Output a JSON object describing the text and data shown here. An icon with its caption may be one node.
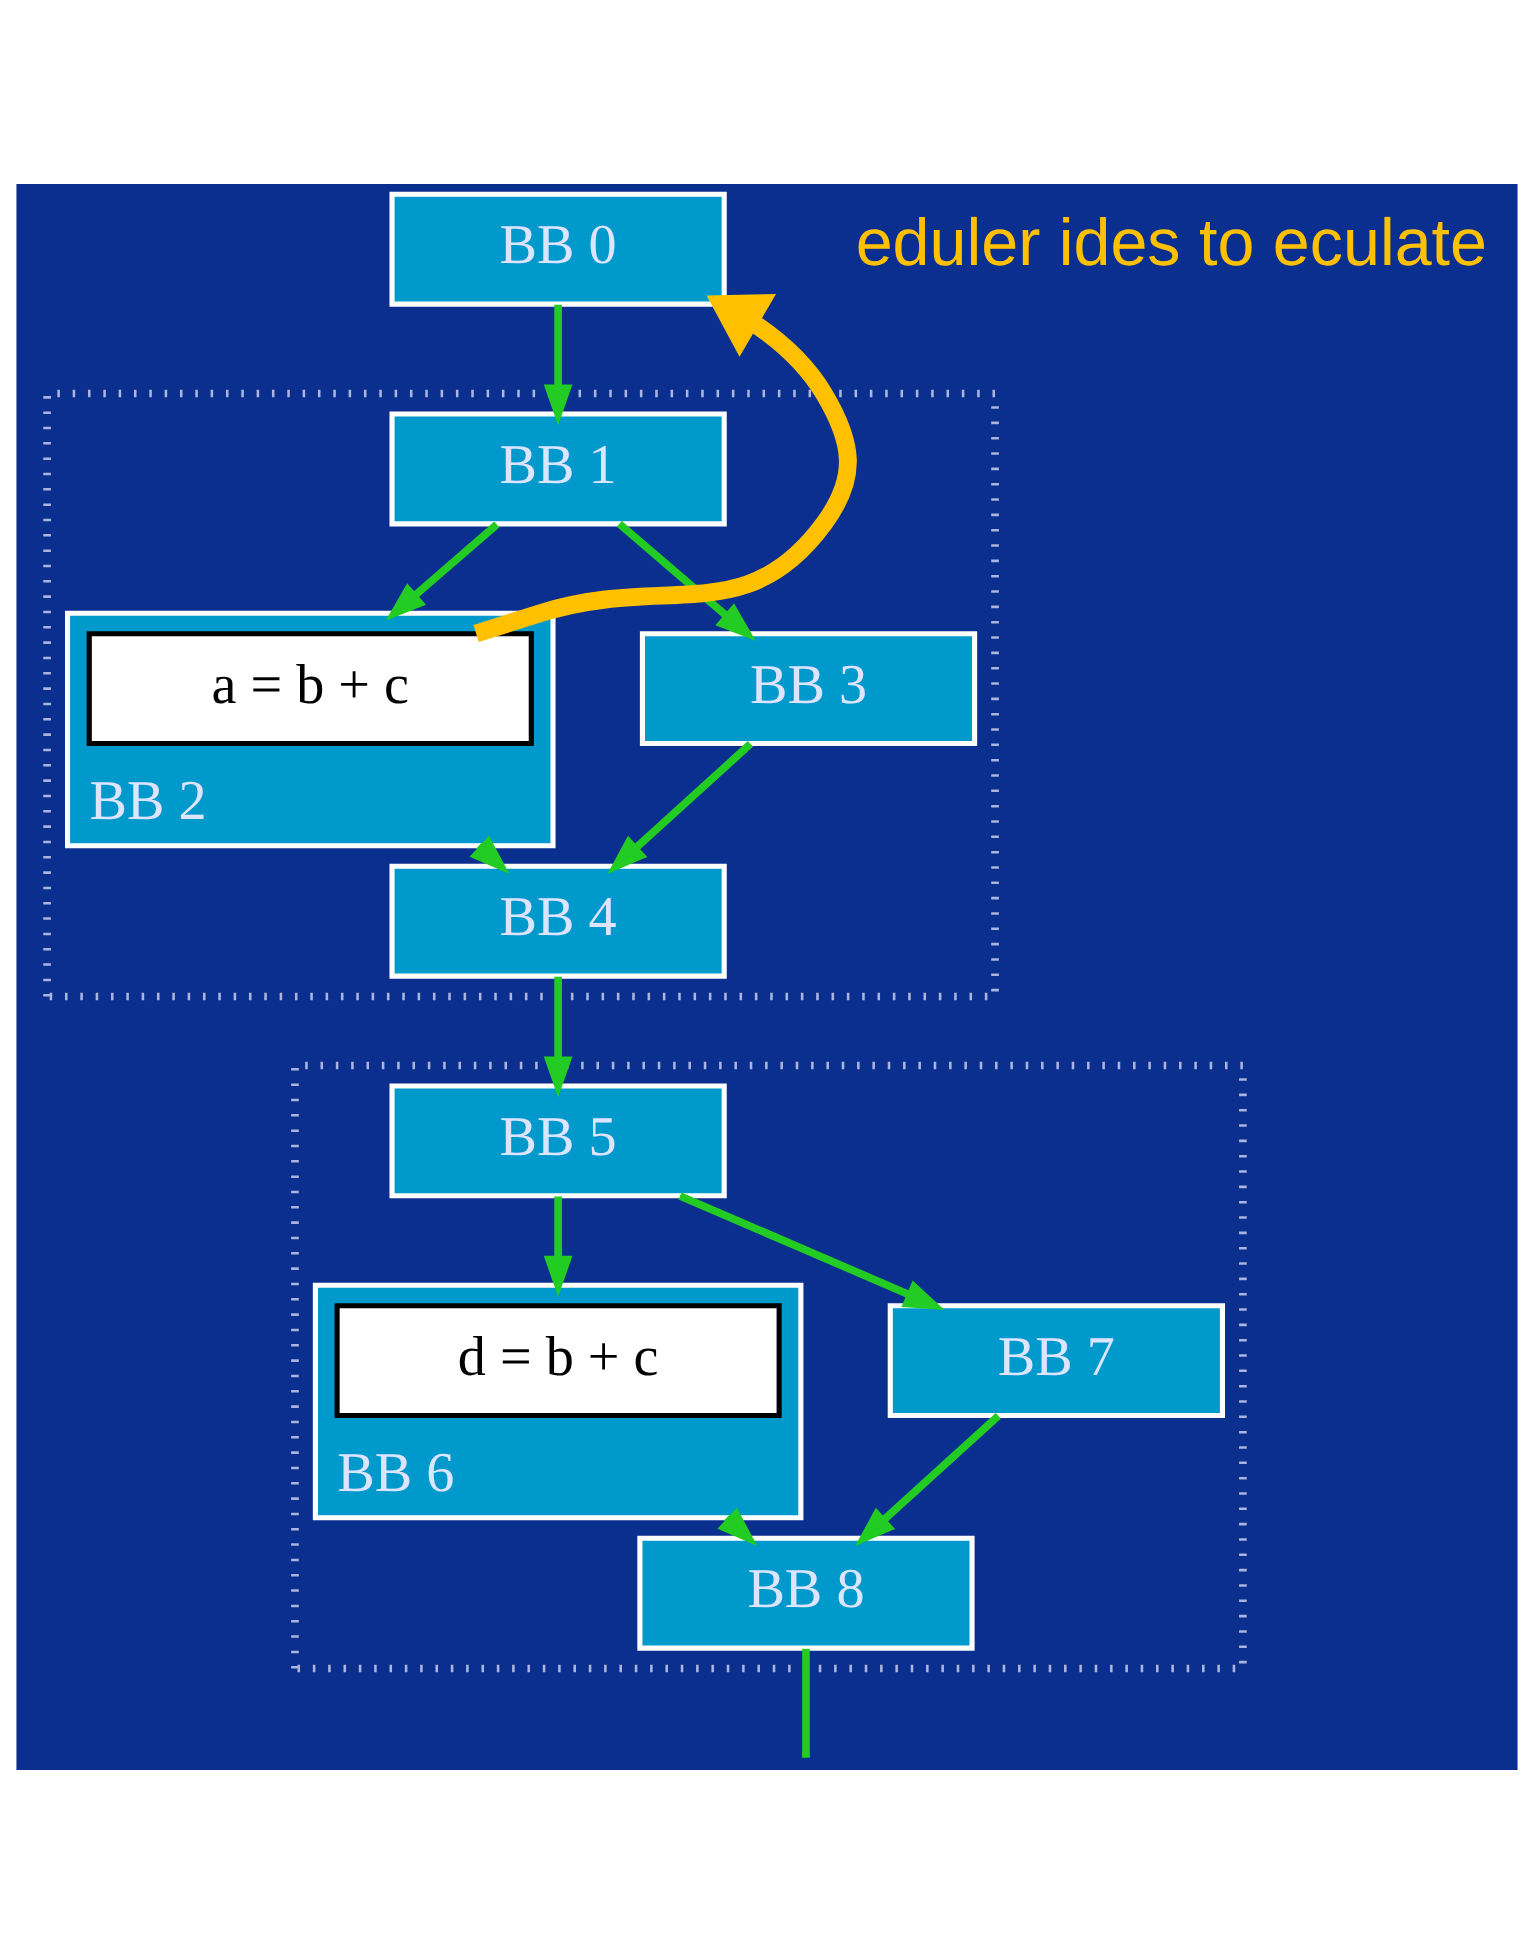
{
  "diagram": {
    "nodes": [
      {
        "text": [
          "BB 0"
        ]
      },
      {
        "text": [],
        "shape": "box"
      },
      {
        "text": [
          "BB 1"
        ],
        "in": 1
      },
      {
        "text": [
          "BB 2"
        ],
        "in": 1
      },
      {
        "text": [
          "a = b + c"
        ],
        "in": 3
      },
      {
        "text": [
          "BB 3"
        ],
        "in": 1
      },
      {
        "text": [
          "BB 4"
        ],
        "in": 1
      },
      {
        "text": [],
        "shape": "box"
      },
      {
        "text": [
          "BB 5"
        ],
        "in": 7
      },
      {
        "text": [
          "BB 6"
        ],
        "in": 7
      },
      {
        "text": [
          "d = b + c"
        ],
        "in": 9
      },
      {
        "text": [
          "BB 7"
        ],
        "in": 7
      },
      {
        "text": [
          "BB 8"
        ],
        "in": 7
      }
    ],
    "edges": [
      {
        "from": 0,
        "to": 2,
        "arrow": "to"
      },
      {
        "from": 2,
        "to": 3,
        "arrow": "to"
      },
      {
        "from": 2,
        "to": 5,
        "arrow": "to"
      },
      {
        "from": 3,
        "to": 6,
        "arrow": "to"
      },
      {
        "from": 5,
        "to": 6,
        "arrow": "to"
      },
      {
        "from": 6,
        "to": 8,
        "arrow": "to"
      },
      {
        "from": 8,
        "to": 9,
        "arrow": "to"
      },
      {
        "from": 8,
        "to": 11,
        "arrow": "to"
      },
      {
        "from": 9,
        "to": 12,
        "arrow": "to"
      },
      {
        "from": 11,
        "to": 12,
        "arrow": "to"
      },
      {
        "from": 12,
        "to": null,
        "arrow": "none"
      },
      {
        "from": 4,
        "to": 0,
        "arrow": "to",
        "style": "thick",
        "color": "#ffc000"
      }
    ],
    "labels": [
      "eduler ides to eculate"
    ]
  }
}
